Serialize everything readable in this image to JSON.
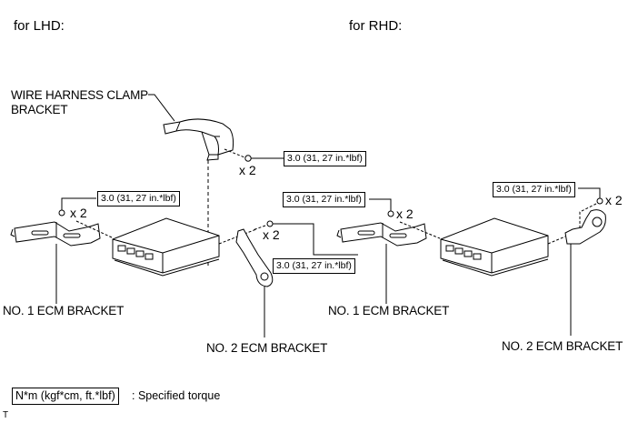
{
  "sections": {
    "lhd": {
      "heading": "for LHD:"
    },
    "rhd": {
      "heading": "for RHD:"
    }
  },
  "parts": {
    "wire_harness_clamp_bracket": [
      "WIRE HARNESS CLAMP",
      "BRACKET"
    ],
    "no1_ecm_bracket": "NO. 1 ECM BRACKET",
    "no2_ecm_bracket": "NO. 2 ECM BRACKET"
  },
  "torque": {
    "value": "3.0 (31, 27 in.*lbf)",
    "quantity": "x 2"
  },
  "legend": {
    "unit_box": "N*m (kgf*cm, ft.*lbf)",
    "description": ": Specified torque"
  },
  "footer_mark": "T"
}
